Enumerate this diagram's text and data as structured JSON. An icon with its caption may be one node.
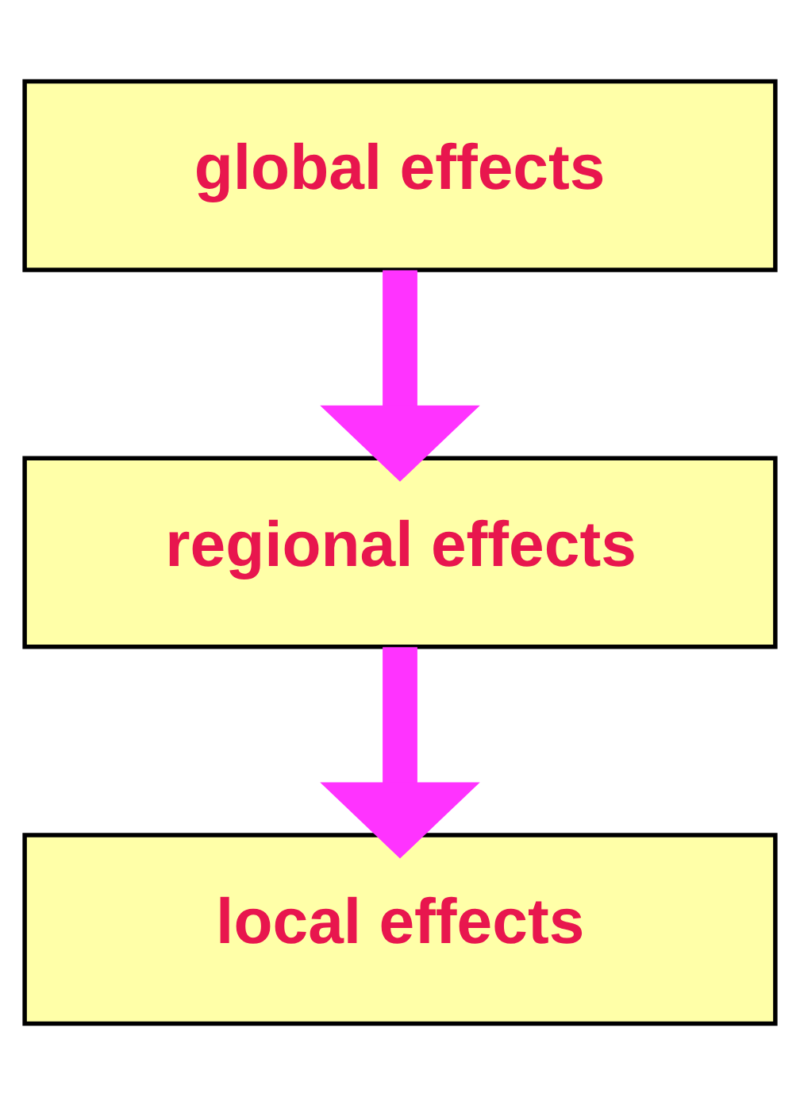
{
  "diagram": {
    "nodes": [
      {
        "text": [
          "global effects"
        ]
      },
      {
        "text": [
          "regional effects"
        ]
      },
      {
        "text": [
          "local effects"
        ]
      }
    ],
    "edges": [
      {
        "from": 0,
        "to": 1,
        "arrow": "to"
      },
      {
        "from": 1,
        "to": 2,
        "arrow": "to"
      }
    ]
  }
}
